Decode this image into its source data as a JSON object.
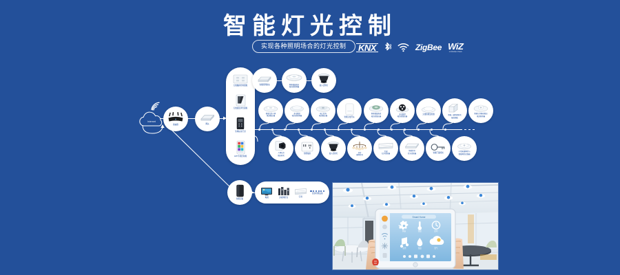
{
  "header": {
    "title": "智能灯光控制",
    "subtitle": "实现各种照明场合的灯光控制",
    "logos": [
      {
        "name": "knx-logo",
        "text": "KNX"
      },
      {
        "name": "bluetooth-logo",
        "text": ""
      },
      {
        "name": "wifi-logo",
        "text": ""
      },
      {
        "name": "zigbee-logo",
        "text": "ZigBee"
      },
      {
        "name": "wiz-logo",
        "text": "WiZ",
        "sub": "CONNECTED"
      }
    ]
  },
  "network": {
    "cloud_label": "Internet",
    "router_label": "路由器",
    "gateway_label": "网关"
  },
  "panel": {
    "items": [
      {
        "label": "无线触摸控制面板"
      },
      {
        "label": "无线旋钮调光面板"
      },
      {
        "label": "生物识别门禁"
      },
      {
        "label": "APP手机控制端"
      }
    ]
  },
  "top_row": [
    {
      "label": "智能照明驱动"
    },
    {
      "label": "智能微波感应\\n吸顶式探测器"
    },
    {
      "label": "嵌入式筒灯"
    }
  ],
  "mid_row": [
    {
      "label": "智能红外人体\\n吸顶感应器"
    },
    {
      "label": "多功能型\\n吸顶式探测器"
    },
    {
      "label": "电工灯具\\n吸顶感应器"
    },
    {
      "label": "智能无线开关"
    },
    {
      "label": "智能微波雷达\\n吸顶式感应器"
    },
    {
      "label": "多功能型\\n吸顶式感应器"
    },
    {
      "label": "无线智能温控器"
    },
    {
      "label": "智能一键场景开关\\n触控面板"
    },
    {
      "label": "智能红外移动感应\\n吸顶探测器"
    }
  ],
  "bottom_row": [
    {
      "label": "人体红外\\n感应开关"
    },
    {
      "label": "智能插座"
    },
    {
      "label": "嵌入式射灯"
    },
    {
      "label": "吊灯\\n照明灯具"
    },
    {
      "label": "空调\\n红外控制器"
    },
    {
      "label": "智能灯带\\n灯光控制器"
    },
    {
      "label": "智能门锁控制"
    },
    {
      "label": "小型无线网关与\\n智能网关控制器"
    }
  ],
  "voice": {
    "speaker_label": "智能音箱",
    "media_items": [
      {
        "label": "电视"
      },
      {
        "label": "多媒体影音"
      },
      {
        "label": "空调"
      },
      {
        "label": "更多智能设备"
      }
    ]
  },
  "photo": {
    "app_title": "Smart Home",
    "tiles": [
      {
        "icon": "fan-icon",
        "label": "风扇"
      },
      {
        "icon": "thermometer-icon",
        "label": "温度"
      },
      {
        "icon": "clock-icon",
        "label": "定时"
      },
      {
        "icon": "music-icon",
        "label": "音乐"
      },
      {
        "icon": "humidity-icon",
        "label": "湿度"
      },
      {
        "icon": "weather-icon",
        "label": "天气"
      }
    ]
  },
  "colors": {
    "background": "#23509a",
    "accent": "#1b4da0",
    "line": "#ffffff"
  }
}
